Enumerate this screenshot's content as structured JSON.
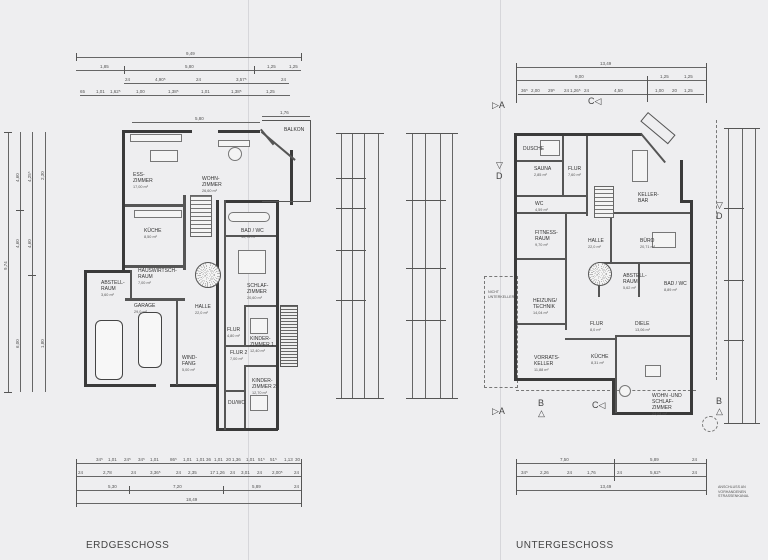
{
  "floors": {
    "erdgeschoss": {
      "title": "ERDGESCHOSS",
      "balcony_label": "BALKON",
      "rooms": {
        "ess_zimmer": {
          "label": "ESS-\nZIMMER",
          "area": "17,00 m²"
        },
        "wohn_zimmer": {
          "label": "WOHN-\nZIMMER",
          "area": "26,60 m²"
        },
        "kueche": {
          "label": "KÜCHE",
          "area": "8,50 m²"
        },
        "hauswirtschaftsraum": {
          "label": "HAUSWIRTSCH-\nRAUM",
          "area": "7,00 m²"
        },
        "abstellraum": {
          "label": "ABSTELL-\nRAUM",
          "area": "3,60 m²"
        },
        "garage": {
          "label": "GARAGE",
          "area": "29,0 m²"
        },
        "halle": {
          "label": "HALLE",
          "area": "22,0 m²"
        },
        "windfang": {
          "label": "WIND-\nFANG",
          "area": "5,00 m²"
        },
        "bad_wc": {
          "label": "BAD / WC",
          "area": "10,72 m²"
        },
        "schlafzimmer": {
          "label": "SCHLAF-\nZIMMER",
          "area": "20,60 m²"
        },
        "flur": {
          "label": "FLUR",
          "area": "4,80 m²"
        },
        "kinderzimmer_1": {
          "label": "KINDER-\nZIMMER 1",
          "area": "12,40 m²"
        },
        "flur_2": {
          "label": "FLUR 2",
          "area": "7,00 m²"
        },
        "kinderzimmer_2": {
          "label": "KINDER-\nZIMMER 2",
          "area": "12,70 m²"
        },
        "du_wc": {
          "label": "DU/WC",
          "area": ""
        }
      },
      "dimensions": {
        "top_total": "9,49",
        "top_row2": [
          "1,85",
          "5,80",
          "1,25",
          "1,25"
        ],
        "top_row3": [
          "24",
          "4,90⁵",
          "24",
          "3,57⁵",
          "24"
        ],
        "top_row4": [
          "65",
          "1,01",
          "1,62⁵",
          "1,00",
          "1,38⁵",
          "1,01",
          "1,38⁵",
          "1,25"
        ],
        "inner_top": [
          "5,80",
          "1,76"
        ],
        "bottom_row1": [
          "34⁵",
          "1,01",
          "24⁵",
          "34⁵",
          "1,01",
          "86⁵",
          "1,01",
          "1,01",
          "36",
          "1,01",
          "20",
          "1,36",
          "1,01",
          "51⁵",
          "51⁵",
          "1,13",
          "30"
        ],
        "bottom_row2": [
          "24",
          "2,78",
          "24",
          "3,36⁵",
          "24",
          "2,35",
          "17",
          "1,26",
          "24",
          "3,01",
          "24",
          "2,00⁵",
          "24"
        ],
        "bottom_row3": [
          "5,30",
          "7,20",
          "5,89",
          "24"
        ],
        "bottom_total": "18,49",
        "left": [
          "9,74",
          "4,60",
          "4,60",
          "6,00",
          "1,05",
          "4,25⁵",
          "4,60",
          "2,30",
          "1,80"
        ]
      }
    },
    "untergeschoss": {
      "title": "UNTERGESCHOSS",
      "note_unexcavated": "NICHT\nUNTERKELLERT",
      "note_connection": "ANSCHLUSS AN\nVORHANDENEN STRASSENKANAL",
      "rooms": {
        "dusche": {
          "label": "DUSCHE",
          "area": "2,80 m²"
        },
        "sauna": {
          "label": "SAUNA",
          "area": "2,85 m²"
        },
        "flur_top": {
          "label": "FLUR",
          "area": "7,60 m²"
        },
        "keller_bar": {
          "label": "KELLER-\nBAR",
          "area": ""
        },
        "wc": {
          "label": "WC",
          "area": "4,59 m²"
        },
        "fitnessraum": {
          "label": "FITNESS-\nRAUM",
          "area": "9,70 m²"
        },
        "halle": {
          "label": "HALLE",
          "area": "22,0 m²"
        },
        "buero": {
          "label": "BÜRO",
          "area": "20,71 m²"
        },
        "heizung_technik": {
          "label": "HEIZUNG/\nTECHNIK",
          "area": "14,04 m²"
        },
        "abstellraum": {
          "label": "ABSTELL-\nRAUM",
          "area": "5,62 m²"
        },
        "bad_wc": {
          "label": "BAD / WC",
          "area": "8,89 m²"
        },
        "flur": {
          "label": "FLUR",
          "area": "8,0 m²"
        },
        "diele": {
          "label": "DIELE",
          "area": "13,06 m²"
        },
        "vorratskeller": {
          "label": "VORRATS-\nKELLER",
          "area": "11,88 m²"
        },
        "kueche": {
          "label": "KÜCHE",
          "area": "8,31 m²"
        },
        "wohn_schlafzimmer": {
          "label": "WOHN -UND\nSCHLAF-\nZIMMER",
          "area": "24,04 m²"
        }
      },
      "dimensions": {
        "top_total": "13,49",
        "top_row2": [
          "9,00",
          "1,25",
          "1,25"
        ],
        "top_row3": [
          "36⁵",
          "2,00",
          "29⁵",
          "24",
          "1,26⁵",
          "24",
          "4,50",
          "1,00",
          "20",
          "1,25"
        ],
        "bottom_row1": [
          "7,50",
          "5,89",
          "24"
        ],
        "bottom_row2": [
          "34⁵",
          "2,26",
          "24",
          "1,76",
          "24",
          "5,62⁵",
          "24"
        ],
        "bottom_total": "13,49"
      },
      "section_markers": [
        "A",
        "A",
        "B",
        "B",
        "C",
        "C",
        "D",
        "D"
      ]
    }
  }
}
